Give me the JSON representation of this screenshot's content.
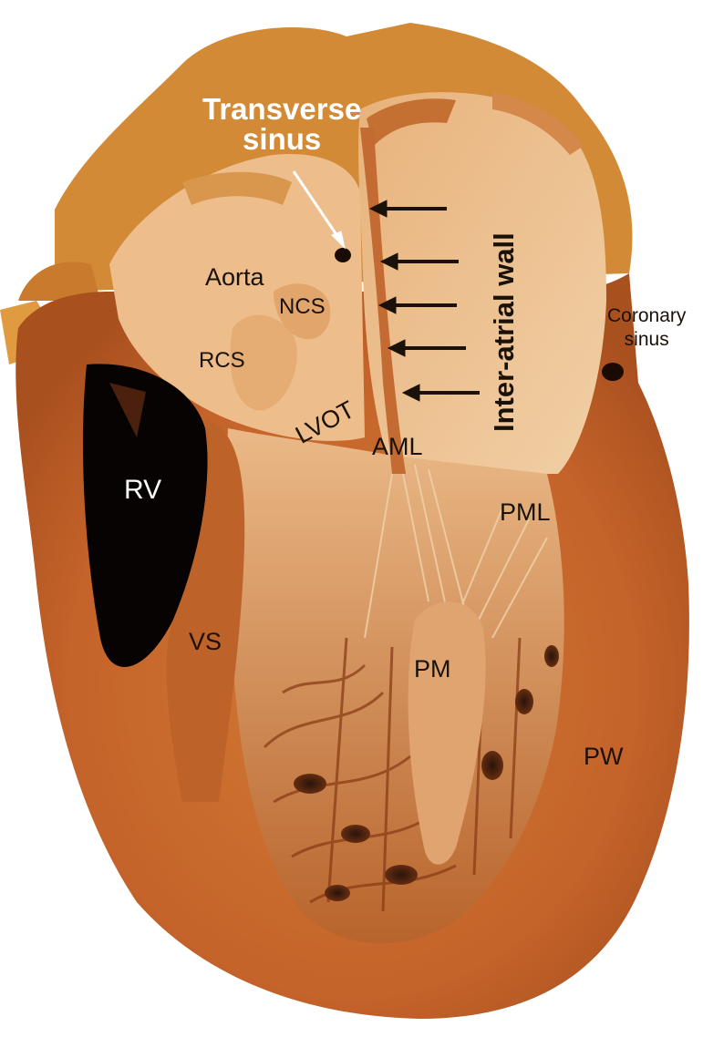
{
  "labels": {
    "transverse_sinus_line1": "Transverse",
    "transverse_sinus_line2": "sinus",
    "aorta": "Aorta",
    "ncs": "NCS",
    "rcs": "RCS",
    "lvot": "LVOT",
    "aml": "AML",
    "pml": "PML",
    "rv": "RV",
    "vs": "VS",
    "pm": "PM",
    "pw": "PW",
    "coronary_sinus_line1": "Coronary",
    "coronary_sinus_line2": "sinus",
    "inter_atrial_wall": "Inter-atrial wall"
  },
  "colors": {
    "background": "#ffffff",
    "myocardium": "#c8692a",
    "endocardium": "#e9b784",
    "cavity": "#0a0503",
    "label_dark": "#1a1108",
    "label_light": "#ffffff",
    "arrow": "#1a1108"
  },
  "arrow_count": 5
}
